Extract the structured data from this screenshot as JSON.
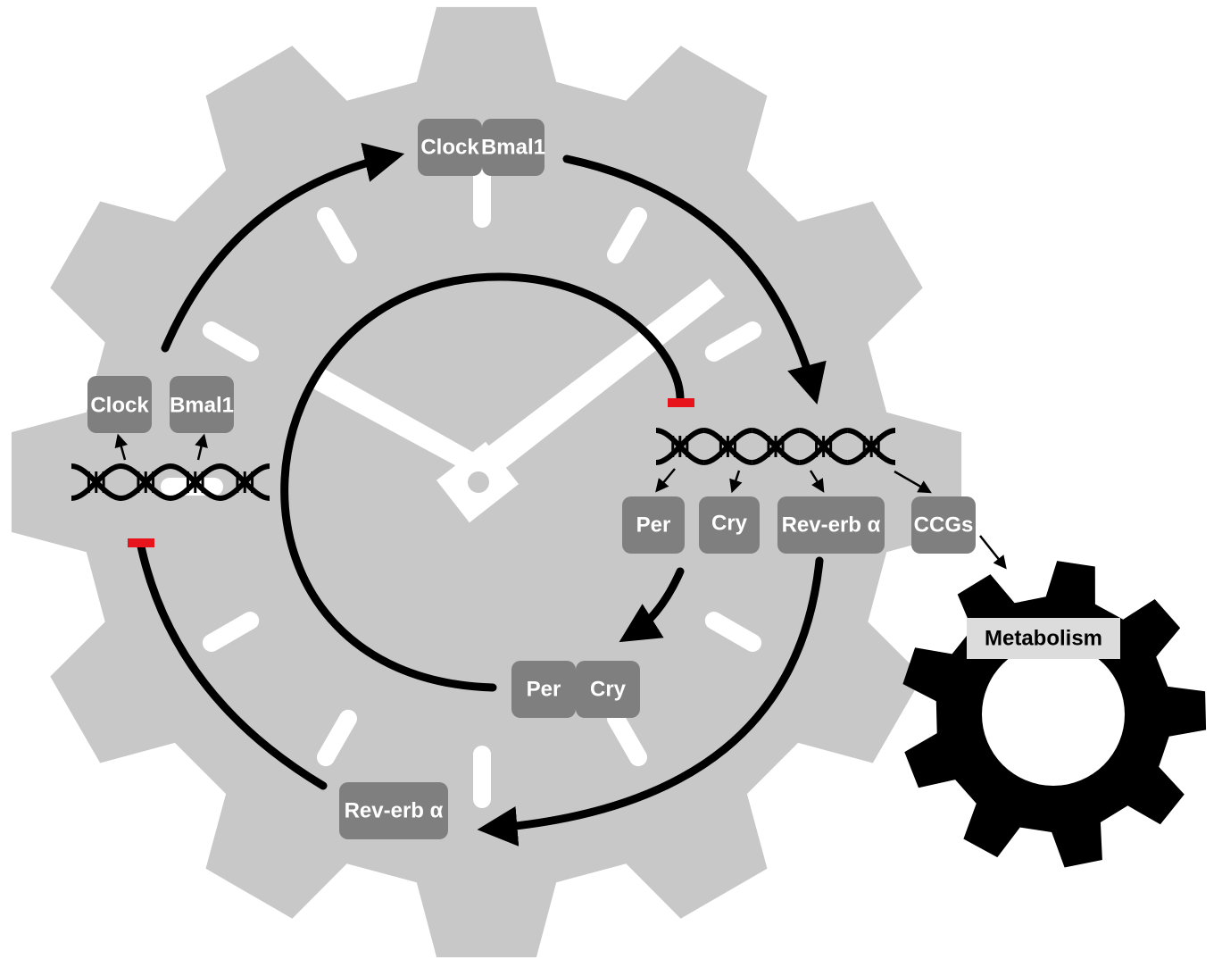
{
  "colors": {
    "clock_gear": "#c8c8c8",
    "protein_box": "#7f7f7f",
    "inhibition": "#e8141c",
    "metabolism_gear": "#000000",
    "metabolism_label_bg": "#dcdcdc",
    "arrow": "#000000"
  },
  "top_complex": {
    "clock": "Clock",
    "bmal1": "Bmal1"
  },
  "left_genes": {
    "clock": "Clock",
    "bmal1": "Bmal1"
  },
  "right_genes": {
    "per": "Per",
    "cry": "Cry",
    "reverb": "Rev-erb α",
    "ccgs": "CCGs"
  },
  "per_cry_complex": {
    "per": "Per",
    "cry": "Cry"
  },
  "bottom_reverb": "Rev-erb α",
  "metabolism": "Metabolism",
  "icons": [
    "clock-gear-icon",
    "dna-helix-icon",
    "metabolism-gear-icon",
    "clock-hands-icon"
  ]
}
